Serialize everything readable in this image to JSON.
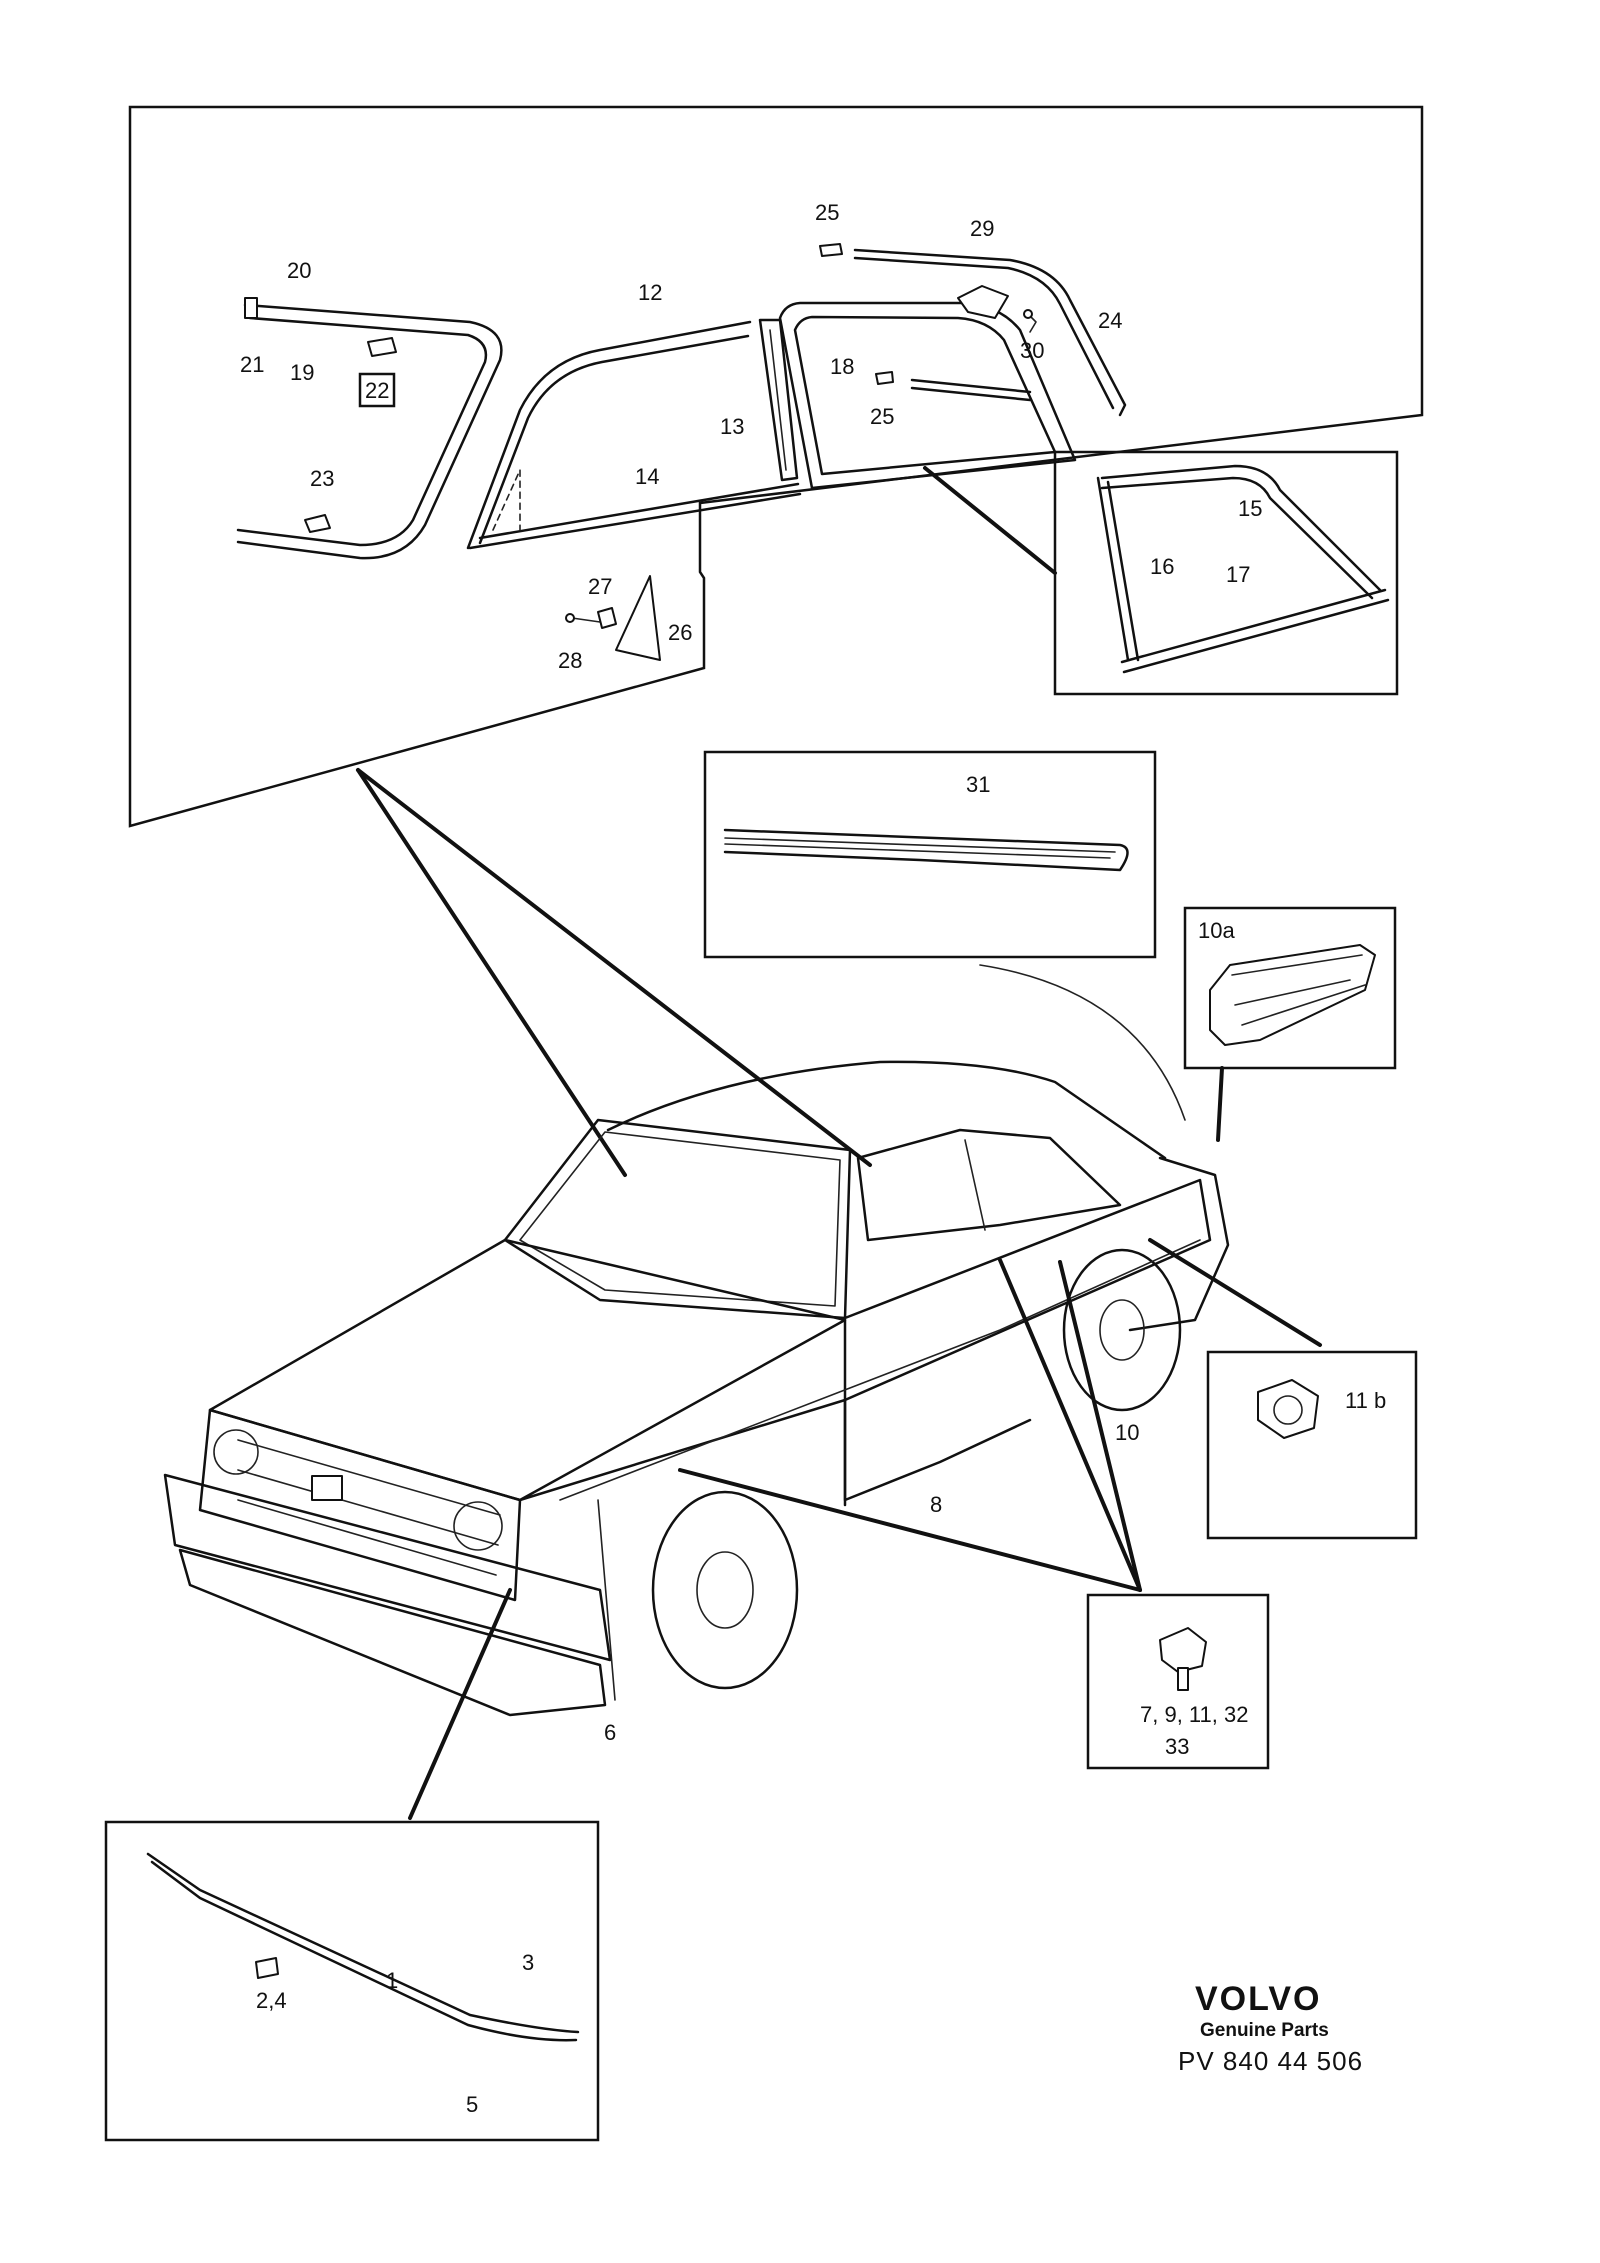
{
  "callouts": {
    "c1": "1",
    "c2_4": "2,4",
    "c3": "3",
    "c5": "5",
    "c6": "6",
    "c7_33_a": "7, 9, 11, 32",
    "c7_33_b": "33",
    "c8": "8",
    "c10": "10",
    "c10a": "10a",
    "c11b": "11 b",
    "c12": "12",
    "c13": "13",
    "c14": "14",
    "c15": "15",
    "c16": "16",
    "c17": "17",
    "c18": "18",
    "c19": "19",
    "c20": "20",
    "c21": "21",
    "c22": "22",
    "c23": "23",
    "c24": "24",
    "c25a": "25",
    "c25b": "25",
    "c26": "26",
    "c27": "27",
    "c28": "28",
    "c29": "29",
    "c30": "30",
    "c31": "31"
  },
  "footer": {
    "brand": "VOLVO",
    "subtitle": "Genuine Parts",
    "reference": "PV  840  44 506"
  }
}
